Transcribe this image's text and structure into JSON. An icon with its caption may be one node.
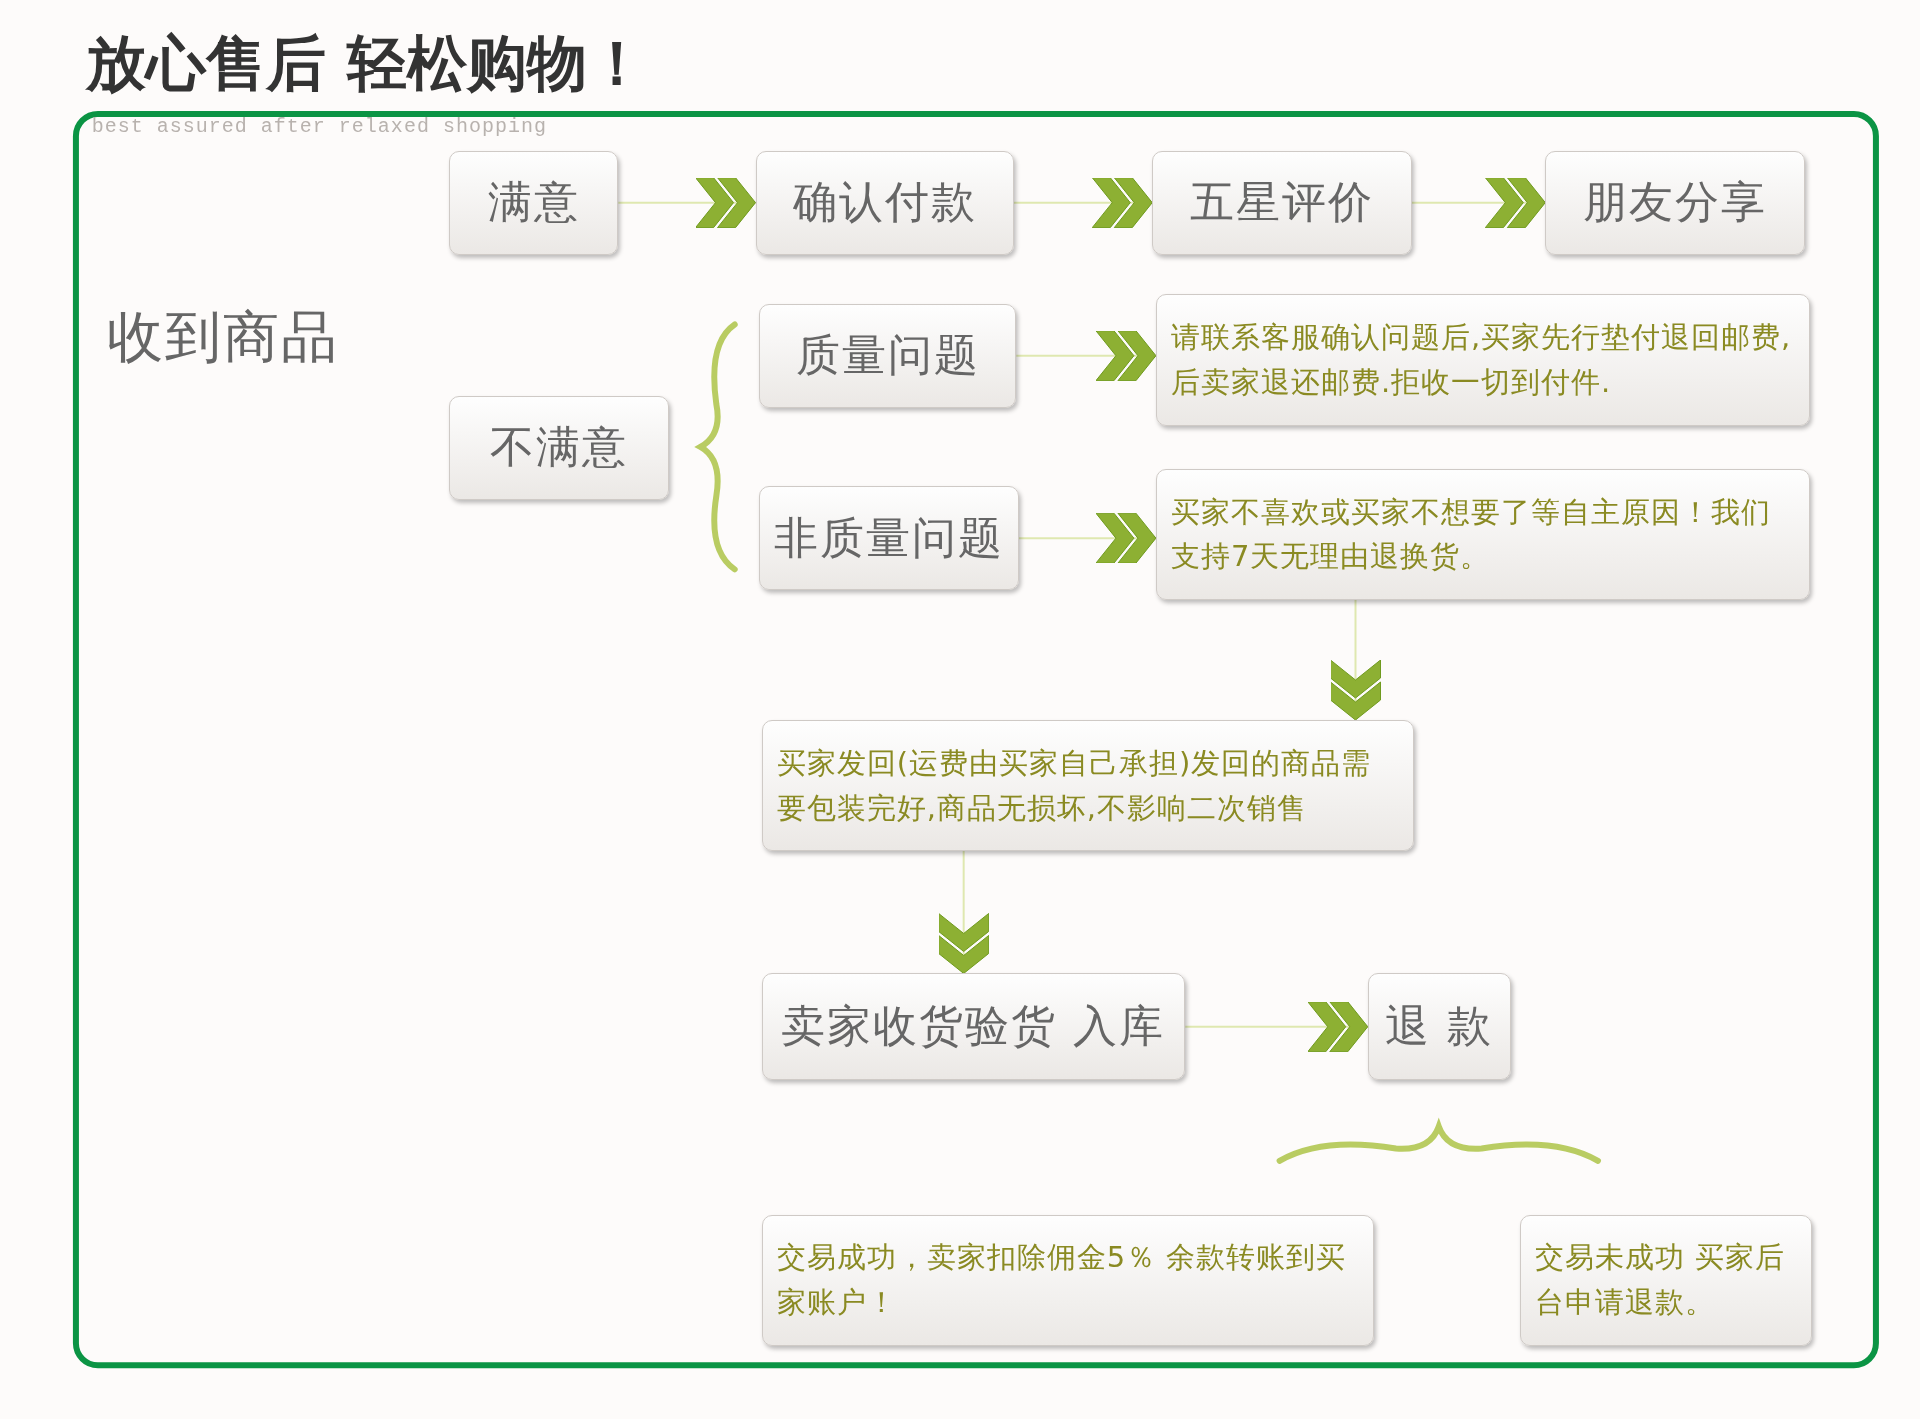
{
  "diagram": {
    "title": "放心售后 轻松购物！",
    "nodes": [
      {
        "text": [
          "满意"
        ]
      },
      {
        "text": [
          "确认付款"
        ]
      },
      {
        "text": [
          "五星评价"
        ]
      },
      {
        "text": [
          "朋友分享"
        ]
      },
      {
        "text": [
          "不满意"
        ]
      },
      {
        "text": [
          "质量问题"
        ]
      },
      {
        "text": [
          "请联系客服确认问题后,买家先行垫付退回邮费,后卖家退还邮费.拒收一切到付件."
        ]
      },
      {
        "text": [
          "非质量问题"
        ]
      },
      {
        "text": [
          "买家不喜欢或买家不想要了等自主原因！我们支持7天无理由退换货。"
        ]
      },
      {
        "text": [
          "买家发回(运费由买家自己承担)发回的商品需要包装完好,商品无损坏,不影响二次销售"
        ]
      },
      {
        "text": [
          "卖家收货验货 入库"
        ]
      },
      {
        "text": [
          "退 款"
        ]
      },
      {
        "text": [
          "交易成功，卖家扣除佣金5％ 余款转账到买家账户！"
        ]
      },
      {
        "text": [
          "交易未成功 买家后台申请退款。"
        ]
      }
    ],
    "edges": [
      {
        "from": 0,
        "to": 1,
        "arrow": "to"
      },
      {
        "from": 1,
        "to": 2,
        "arrow": "to"
      },
      {
        "from": 2,
        "to": 3,
        "arrow": "to"
      },
      {
        "from": 5,
        "to": 6,
        "arrow": "to"
      },
      {
        "from": 7,
        "to": 8,
        "arrow": "to"
      },
      {
        "from": 8,
        "to": 9,
        "arrow": "to"
      },
      {
        "from": 9,
        "to": 10,
        "arrow": "to"
      },
      {
        "from": 10,
        "to": 11,
        "arrow": "to"
      }
    ],
    "labels": [
      "best assured after relaxed shopping",
      "收到商品"
    ]
  }
}
